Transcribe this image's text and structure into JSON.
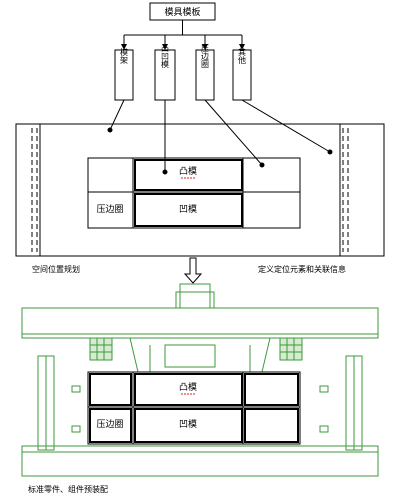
{
  "top_box": {
    "label": "模具模板"
  },
  "categories": [
    {
      "label": "模架"
    },
    {
      "label": "凸凹模"
    },
    {
      "label": "压边圈"
    },
    {
      "label": "其他"
    }
  ],
  "upper_panel": {
    "convex_die": "凸模",
    "concave_die": "凹模",
    "blank_holder": "压边圈"
  },
  "captions": {
    "left": "空间位置规划",
    "right": "定义定位元素和关联信息",
    "bottom": "标准零件、组件预装配"
  },
  "lower_assembly": {
    "convex_die": "凸模",
    "concave_die": "凹模",
    "blank_holder": "压边圈"
  },
  "colors": {
    "assembly_green": "#3c9a3c",
    "line": "#000000"
  }
}
